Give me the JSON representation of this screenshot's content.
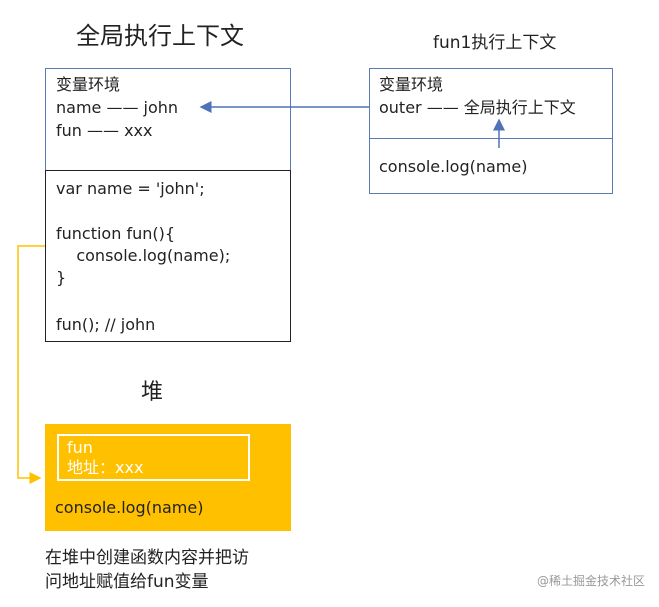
{
  "titles": {
    "global_context": "全局执行上下文",
    "fun1_context": "fun1执行上下文",
    "heap": "堆"
  },
  "global_context": {
    "env_label": "变量环境",
    "env_vars": [
      "name —— john",
      "fun —— xxx"
    ],
    "code_lines": [
      "var name = 'john';",
      "",
      "function fun(){",
      "    console.log(name);",
      "}",
      "",
      "fun(); // john"
    ]
  },
  "fun1_context": {
    "env_label": "变量环境",
    "outer_line": "outer —— 全局执行上下文",
    "code": "console.log(name)"
  },
  "heap": {
    "inner_lines": [
      "fun",
      "地址：xxx"
    ],
    "code": "console.log(name)"
  },
  "caption": [
    "在堆中创建函数内容并把访",
    "问地址赋值给fun变量"
  ],
  "watermark": "@稀土掘金技术社区",
  "colors": {
    "arrow_blue": "#4f72b8",
    "heap_fill": "#ffc000",
    "box_border_blue": "#5b79b2"
  }
}
